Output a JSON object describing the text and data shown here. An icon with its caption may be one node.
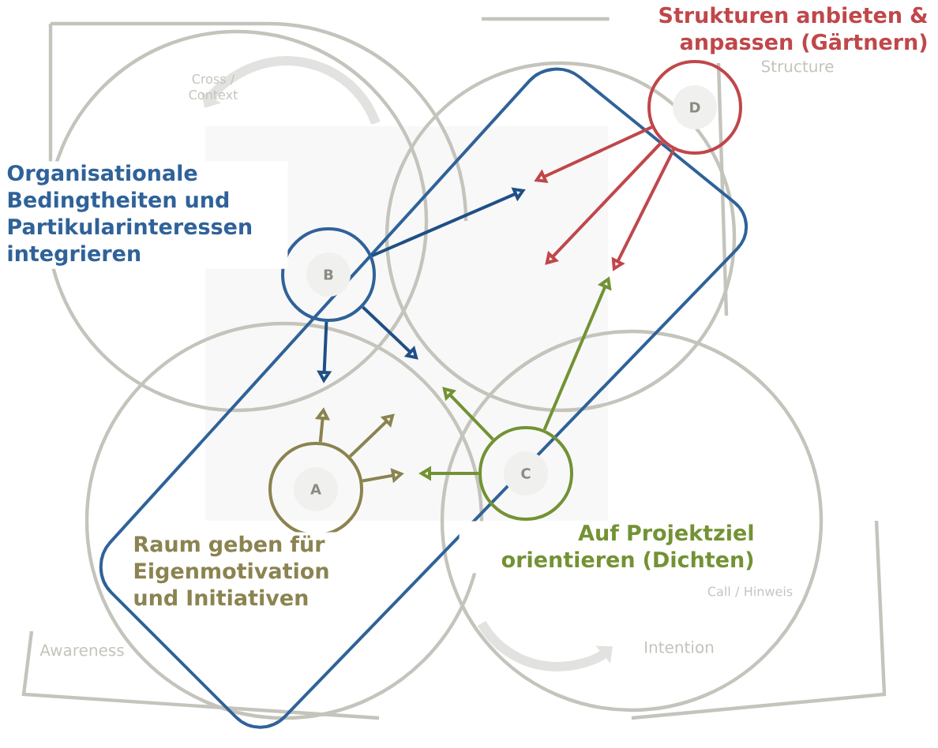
{
  "diagram": {
    "nodes": [
      {
        "text": [
          "D"
        ],
        "beside": [
          "Strukturen anbieten & anpassen (Gärtnern)"
        ]
      },
      {
        "text": [
          "B"
        ],
        "beside": [
          "Organisationale Bedingtheiten und Partikularinteressen integrieren"
        ]
      },
      {
        "text": [
          "A"
        ],
        "beside": [
          "Raum geben für Eigenmotivation und Initiativen"
        ]
      },
      {
        "text": [
          "C"
        ],
        "beside": [
          "Auf Projektziel orientieren (Dichten)"
        ]
      }
    ],
    "edges": [
      {
        "from": 0,
        "to": null,
        "arrow": "to",
        "color": "#c0474a"
      },
      {
        "from": 0,
        "to": null,
        "arrow": "to",
        "color": "#c0474a"
      },
      {
        "from": 0,
        "to": null,
        "arrow": "to",
        "color": "#c0474a"
      },
      {
        "from": 1,
        "to": null,
        "arrow": "to",
        "color": "#1f4f85"
      },
      {
        "from": 1,
        "to": null,
        "arrow": "to",
        "color": "#1f4f85"
      },
      {
        "from": 1,
        "to": null,
        "arrow": "to",
        "color": "#1f4f85"
      },
      {
        "from": 2,
        "to": null,
        "arrow": "to",
        "color": "#8b8350"
      },
      {
        "from": 2,
        "to": null,
        "arrow": "to",
        "color": "#8b8350"
      },
      {
        "from": 2,
        "to": null,
        "arrow": "to",
        "color": "#8b8350"
      },
      {
        "from": 3,
        "to": null,
        "arrow": "to",
        "color": "#739234"
      },
      {
        "from": 3,
        "to": null,
        "arrow": "to",
        "color": "#739234"
      },
      {
        "from": 3,
        "to": null,
        "arrow": "to",
        "color": "#739234"
      }
    ],
    "labels": [
      "Cross / Context",
      "Structure",
      "Call / Hinweis",
      "Awareness",
      "Intention"
    ]
  }
}
